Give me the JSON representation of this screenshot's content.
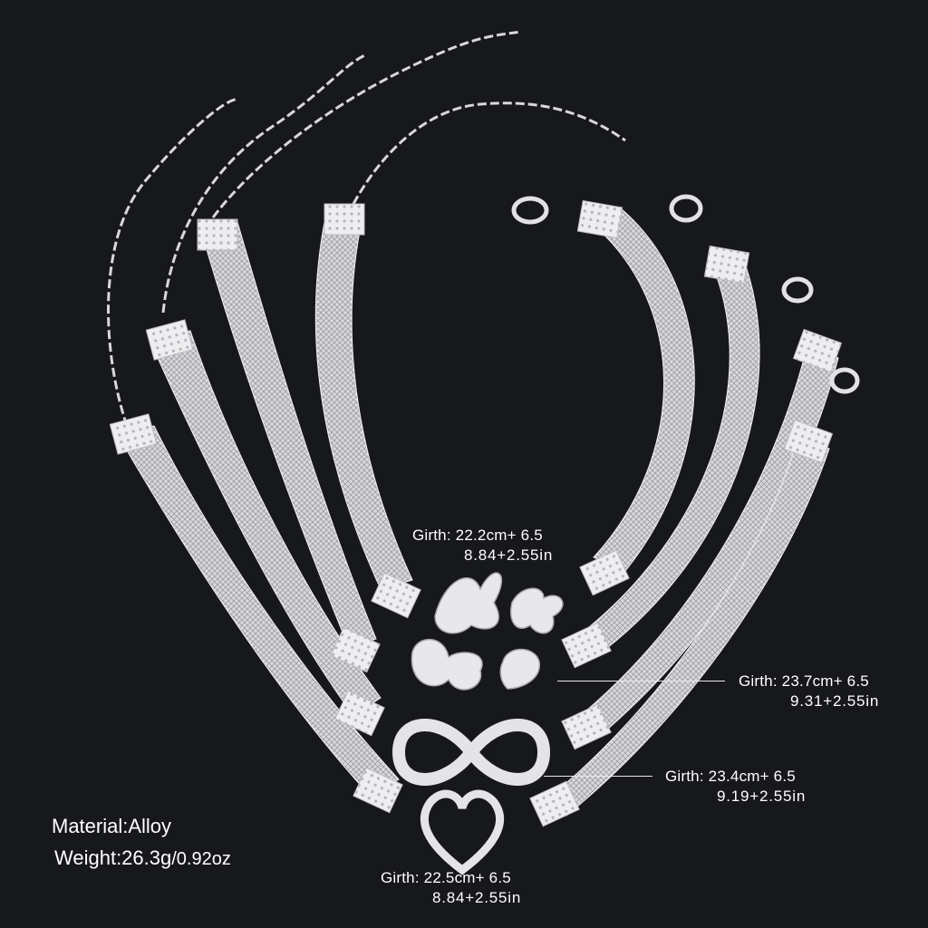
{
  "image": {
    "subject": "Set of four silver mesh chain bracelets with charms on black background",
    "background_color": "#17181c",
    "metal_color": "#e6e6e8"
  },
  "bracelets": [
    {
      "charm": "double butterfly",
      "girth_label": "Girth: 22.2cm+ 6.5",
      "inch_label": "8.84+2.55in"
    },
    {
      "charm": "butterfly and heart",
      "girth_label": "Girth: 23.7cm+ 6.5",
      "inch_label": "9.31+2.55in"
    },
    {
      "charm": "infinity",
      "girth_label": "Girth: 23.4cm+ 6.5",
      "inch_label": "9.19+2.55in"
    },
    {
      "charm": "open heart",
      "girth_label": "Girth: 22.5cm+ 6.5",
      "inch_label": "8.84+2.55in"
    }
  ],
  "specs": {
    "material": "Material:Alloy",
    "weight_main": "Weight:26.3g",
    "weight_alt": "/0.92oz"
  }
}
